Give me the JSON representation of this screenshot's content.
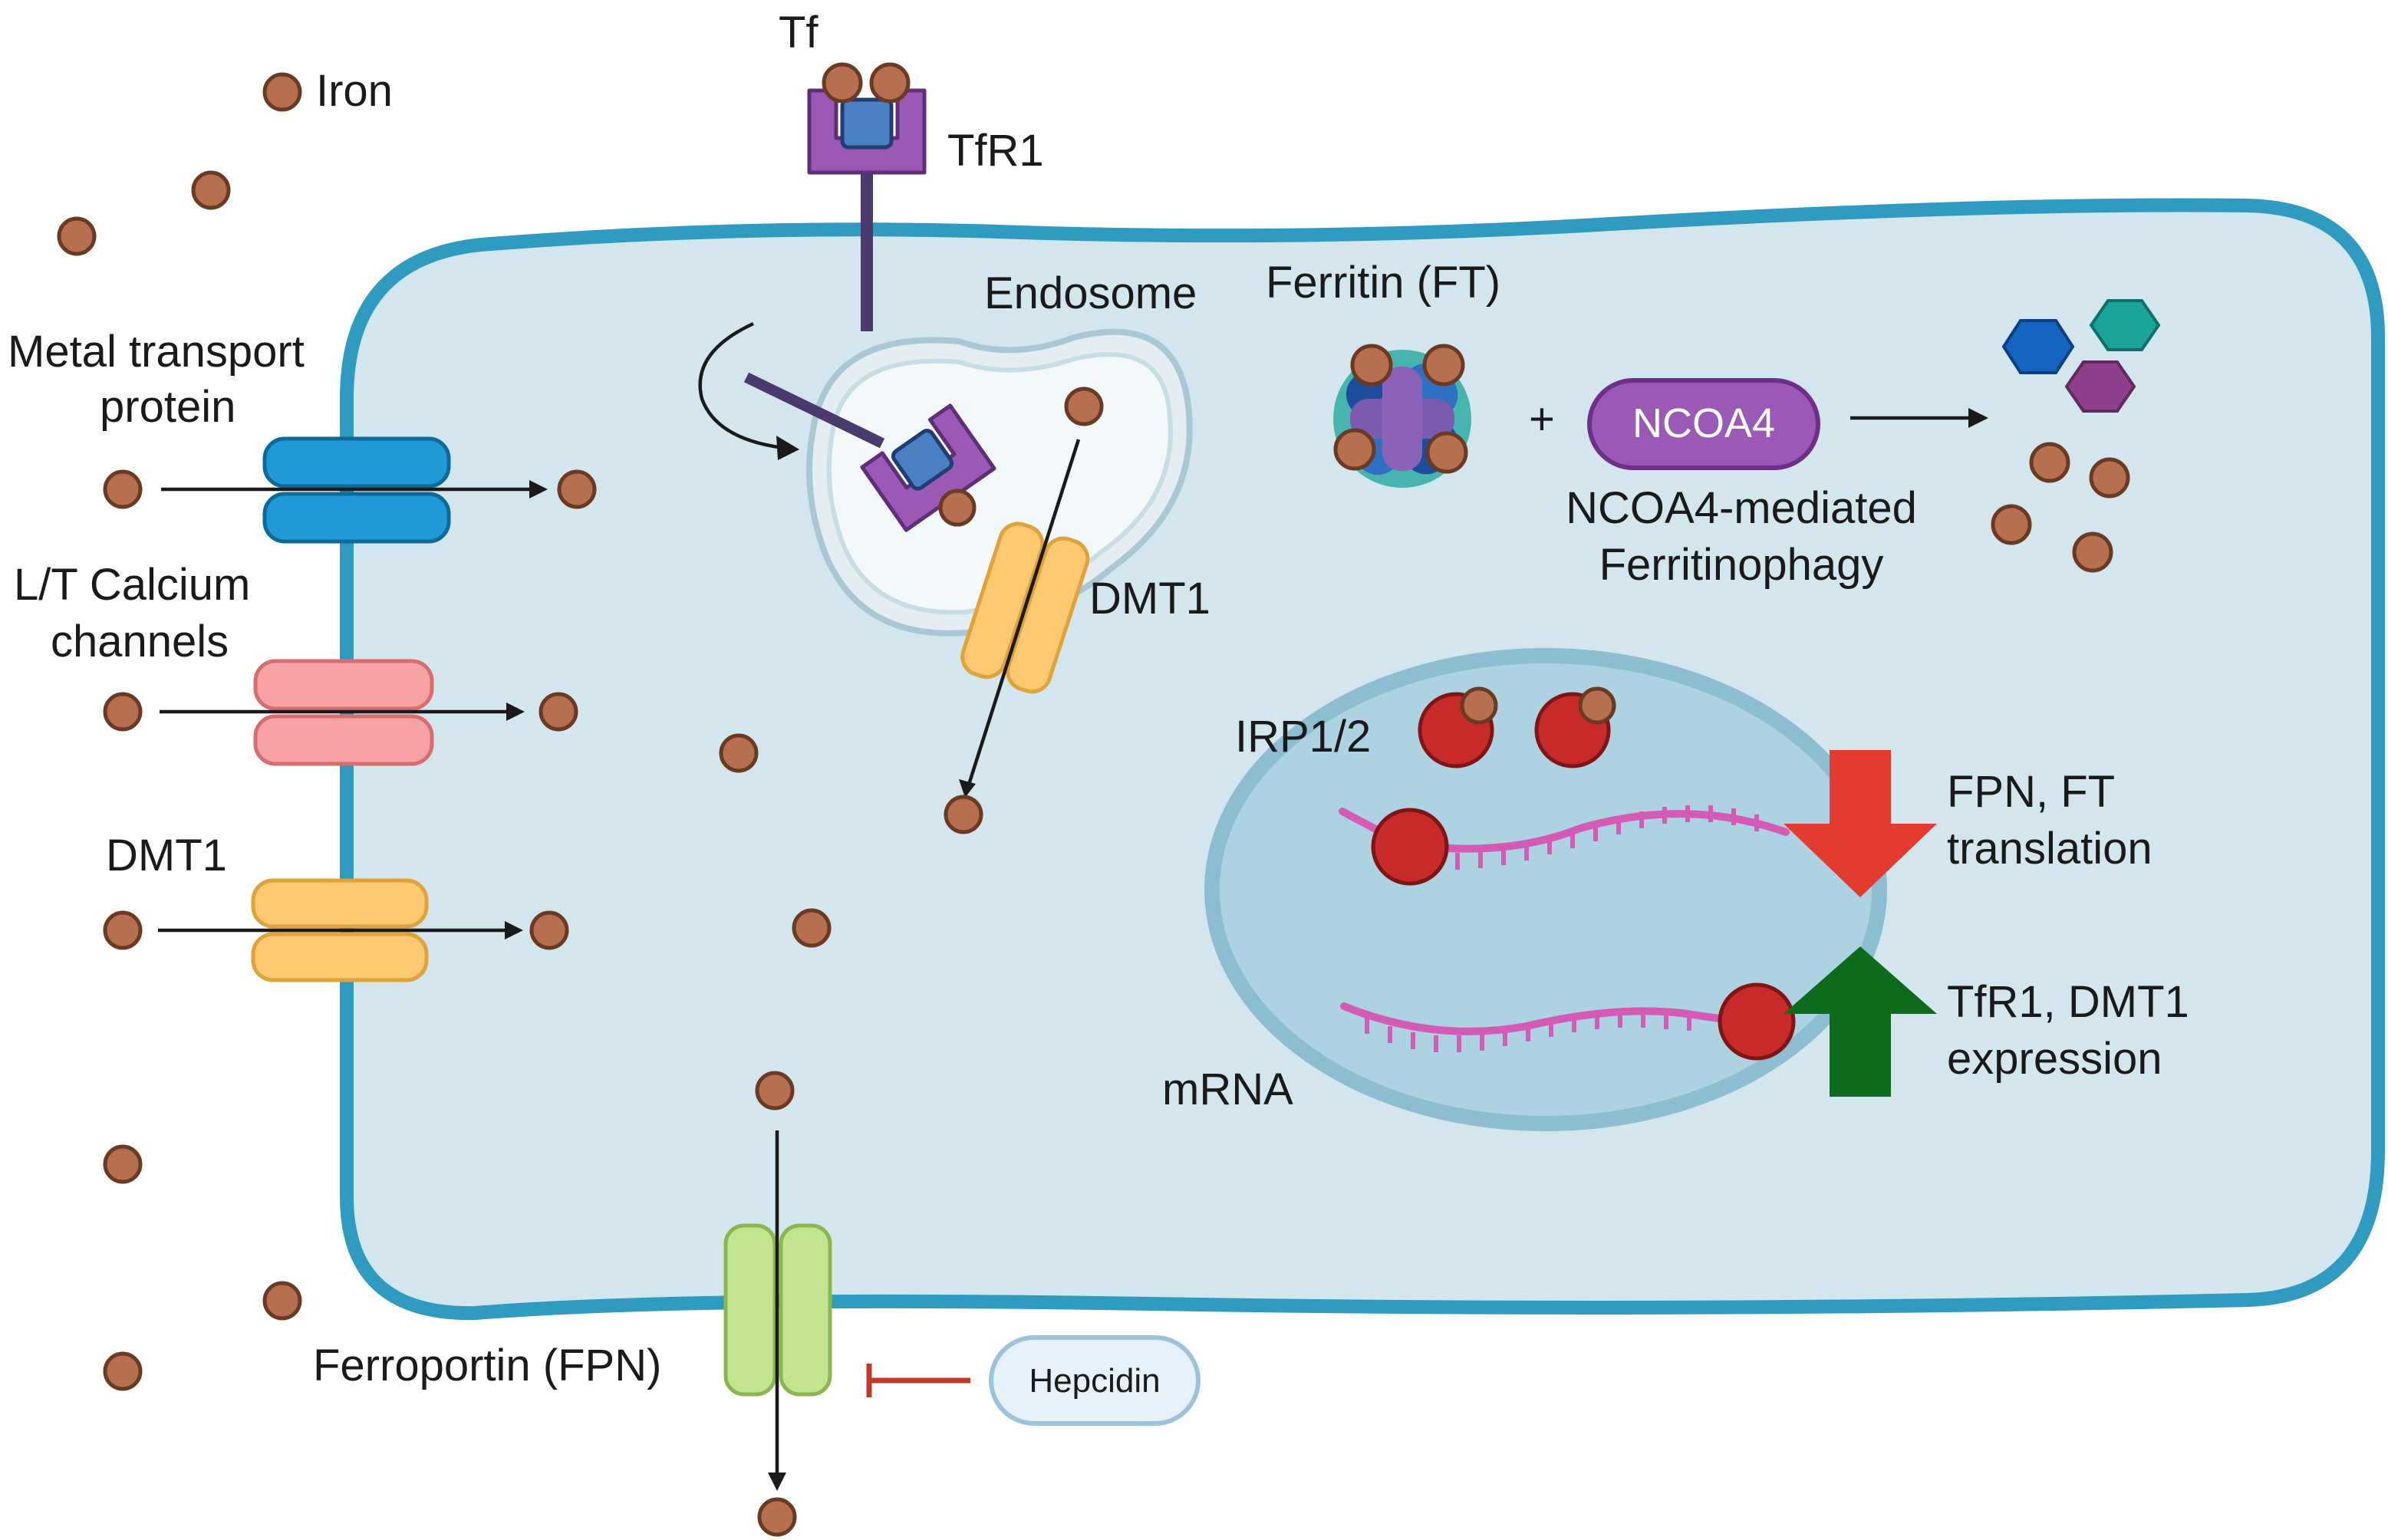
{
  "labels": {
    "iron": "Iron",
    "tf": "Tf",
    "tfr1": "TfR1",
    "endosome": "Endosome",
    "ferritin": "Ferritin (FT)",
    "ncoa4": "NCOA4",
    "ferritinophagy_line1": "NCOA4-mediated",
    "ferritinophagy_line2": "Ferritinophagy",
    "metal_transport_line1": "Metal transport",
    "metal_transport_line2": "protein",
    "calcium_line1": "L/T Calcium",
    "calcium_line2": "channels",
    "dmt1_membrane": "DMT1",
    "dmt1_endosome": "DMT1",
    "irp": "IRP1/2",
    "mrna": "mRNA",
    "down_line1": "FPN, FT",
    "down_line2": "translation",
    "up_line1": "TfR1, DMT1",
    "up_line2": "expression",
    "ferroportin": "Ferroportin (FPN)",
    "hepcidin": "Hepcidin",
    "plus": "+"
  },
  "colors": {
    "cell_fill": "#d3e6ee",
    "cell_border": "#2f9bc1",
    "nucleus_fill": "#add3e2",
    "nucleus_border": "#8dbdd1",
    "iron": "#b7704f",
    "metal_transport": "#1f9ad6",
    "calcium_channel": "#f7a3a3",
    "dmt1": "#fcc870",
    "ferroportin": "#c3e58f",
    "tfr1": "#9b59b6",
    "tf": "#4a7fc1",
    "ncoa4": "#9b59b6",
    "irp": "#c62a2a",
    "mrna": "#d35bb4",
    "down_arrow": "#e33b30",
    "up_arrow": "#0d6b1c",
    "hepcidin_inhibit": "#c0392b",
    "fragment_blue": "#1565c0",
    "fragment_teal": "#1aa39b",
    "fragment_purple": "#8e3f8a"
  },
  "icons": [
    "iron-ion",
    "transferrin",
    "transferrin-receptor",
    "endosome",
    "ferritin-complex",
    "ncoa4-capsule",
    "ferritin-fragments",
    "ion-channel",
    "irp-protein",
    "mrna-strand",
    "down-arrow",
    "up-arrow",
    "inhibition-bar",
    "hepcidin-capsule"
  ]
}
